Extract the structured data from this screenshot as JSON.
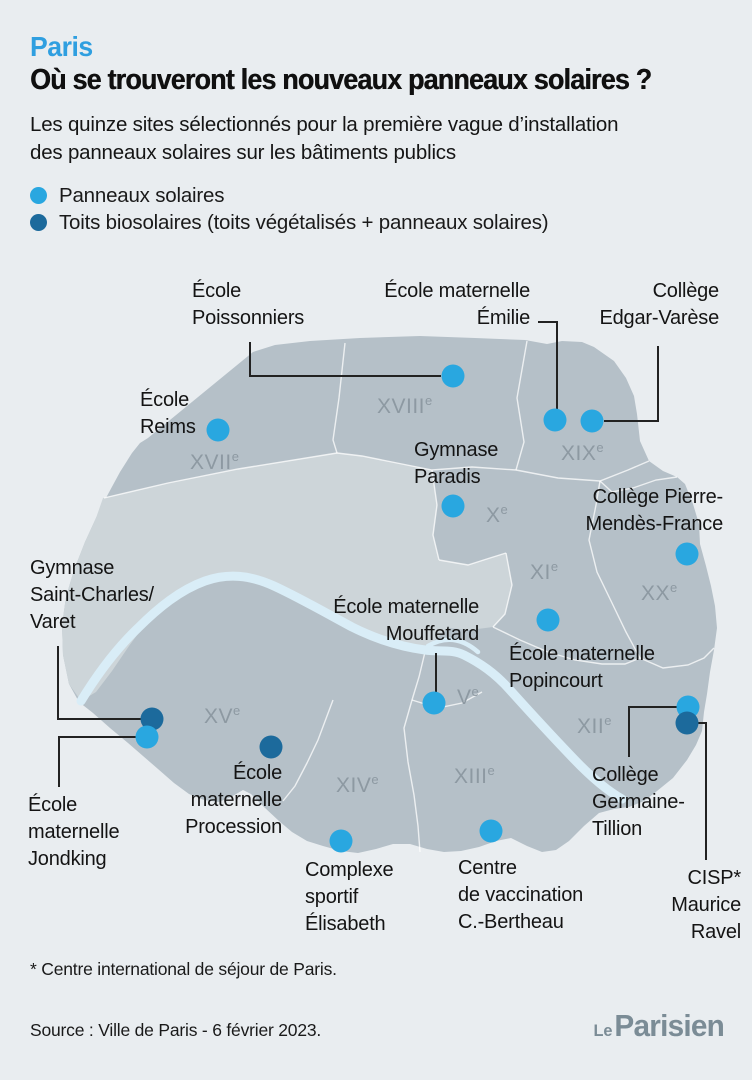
{
  "header": {
    "kicker": "Paris",
    "title": "Où se trouveront les nouveaux panneaux solaires ?",
    "subtitle_line1": "Les quinze sites sélectionnés pour la première vague d’installation",
    "subtitle_line2": "des panneaux solaires sur les bâtiments publics"
  },
  "legend": {
    "solar": {
      "label": "Panneaux solaires",
      "color": "#29a7e0"
    },
    "biosolar": {
      "label": "Toits biosolaires (toits végétalisés + panneaux solaires)",
      "color": "#1c6a9c"
    }
  },
  "map": {
    "arrondissements": [
      {
        "name": "XVII",
        "sup": "e"
      },
      {
        "name": "XVIII",
        "sup": "e"
      },
      {
        "name": "XIX",
        "sup": "e"
      },
      {
        "name": "X",
        "sup": "e"
      },
      {
        "name": "XI",
        "sup": "e"
      },
      {
        "name": "XX",
        "sup": "e"
      },
      {
        "name": "V",
        "sup": "e"
      },
      {
        "name": "XV",
        "sup": "e"
      },
      {
        "name": "XIV",
        "sup": "e"
      },
      {
        "name": "XIII",
        "sup": "e"
      },
      {
        "name": "XII",
        "sup": "e"
      }
    ],
    "sites": [
      {
        "name": "École Poissonniers",
        "type": "solar",
        "lines": [
          "École",
          "Poissonniers"
        ]
      },
      {
        "name": "École maternelle Émilie",
        "type": "solar",
        "lines": [
          "École maternelle",
          "Émilie"
        ]
      },
      {
        "name": "Collège Edgar-Varèse",
        "type": "solar",
        "lines": [
          "Collège",
          "Edgar-Varèse"
        ]
      },
      {
        "name": "École Reims",
        "type": "solar",
        "lines": [
          "École",
          "Reims"
        ]
      },
      {
        "name": "Gymnase Paradis",
        "type": "solar",
        "lines": [
          "Gymnase",
          "Paradis"
        ]
      },
      {
        "name": "Collège Pierre-Mendès-France",
        "type": "solar",
        "lines": [
          "Collège Pierre-",
          "Mendès-France"
        ]
      },
      {
        "name": "École maternelle Popincourt",
        "type": "solar",
        "lines": [
          "École maternelle",
          "Popincourt"
        ]
      },
      {
        "name": "École maternelle Mouffetard",
        "type": "solar",
        "lines": [
          "École maternelle",
          "Mouffetard"
        ]
      },
      {
        "name": "Gymnase Saint-Charles/Varet",
        "type": "biosolar",
        "lines": [
          "Gymnase",
          "Saint-Charles/",
          "Varet"
        ]
      },
      {
        "name": "École maternelle Jondking",
        "type": "solar",
        "lines": [
          "École",
          "maternelle",
          "Jondking"
        ]
      },
      {
        "name": "École maternelle Procession",
        "type": "biosolar",
        "lines": [
          "École",
          "maternelle",
          "Procession"
        ]
      },
      {
        "name": "Complexe sportif Élisabeth",
        "type": "solar",
        "lines": [
          "Complexe",
          "sportif",
          "Élisabeth"
        ]
      },
      {
        "name": "Centre de vaccination C.-Bertheau",
        "type": "solar",
        "lines": [
          "Centre",
          "de vaccination",
          "C.-Bertheau"
        ]
      },
      {
        "name": "Collège Germaine-Tillion",
        "type": "solar",
        "lines": [
          "Collège",
          "Germaine-",
          "Tillion"
        ]
      },
      {
        "name": "CISP* Maurice Ravel",
        "type": "biosolar",
        "lines": [
          "CISP*",
          "Maurice",
          "Ravel"
        ]
      }
    ]
  },
  "footer": {
    "footnote": "* Centre international de séjour de Paris.",
    "source": "Source : Ville de Paris - 6 février 2023.",
    "logo_le": "Le",
    "logo_parisien": "Parisien"
  },
  "colors": {
    "background": "#e9edf0",
    "accent_blue": "#2f9fe0",
    "solar_dot": "#29a7e0",
    "biosolar_dot": "#1c6a9c",
    "map_dark": "#b5c0c8",
    "map_light": "#cdd5d9",
    "river": "#d9edf7",
    "arrondissement_text": "#8d99a2",
    "logo_gray": "#7b8c96"
  }
}
